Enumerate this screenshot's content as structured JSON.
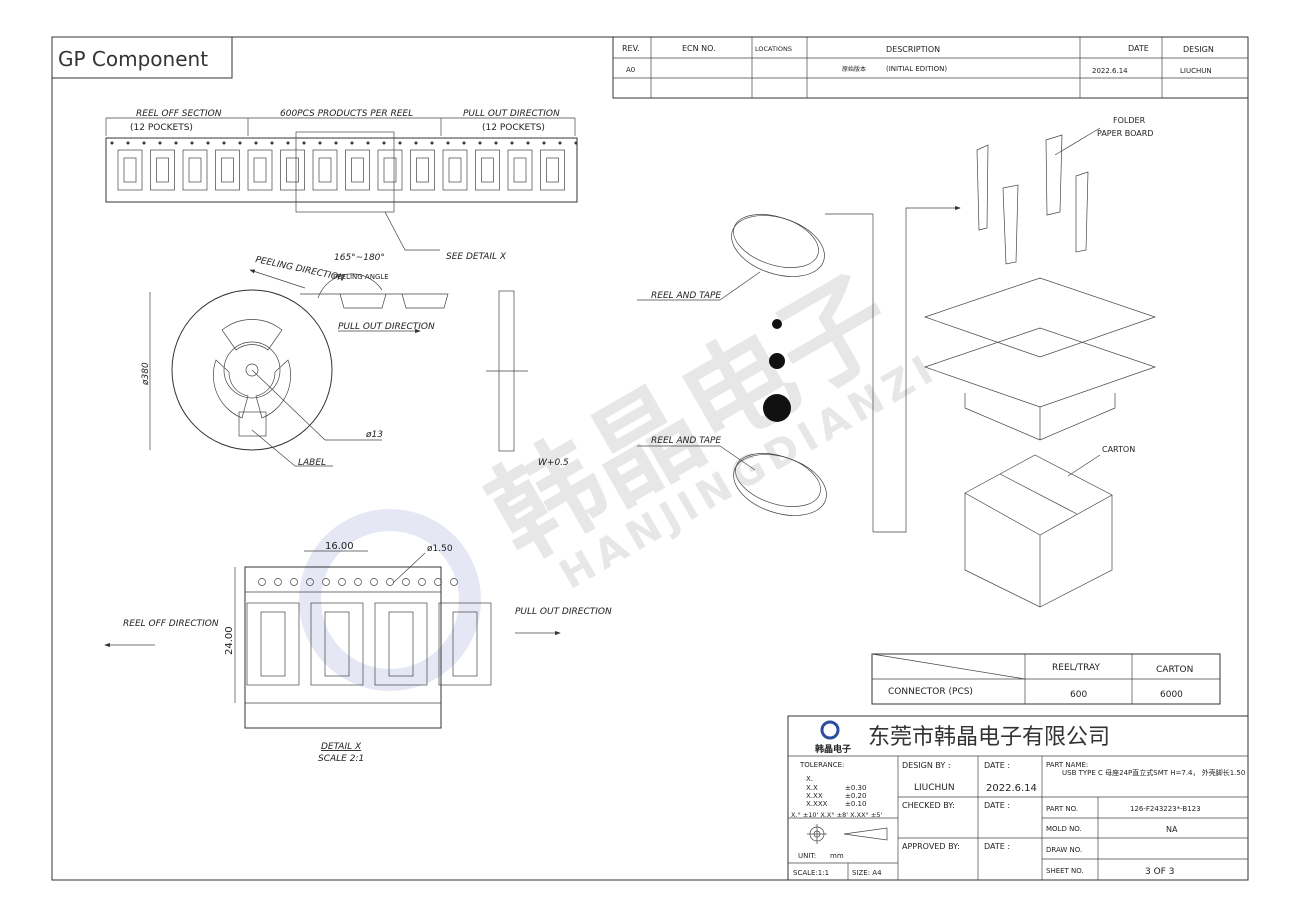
{
  "title": "GP Component",
  "revision_table": {
    "headers": [
      "REV.",
      "ECN NO.",
      "LOCATIONS",
      "DESCRIPTION",
      "DATE",
      "DESIGN"
    ],
    "rows": [
      {
        "rev": "A0",
        "ecn": "",
        "locations": "",
        "description_cn": "原始版本",
        "description": "(INITIAL EDITION)",
        "date": "2022.6.14",
        "design": "LIUCHUN"
      }
    ]
  },
  "reel_strip": {
    "reel_off_section": "REEL OFF SECTION",
    "reel_off_pockets": "(12 POCKETS)",
    "products_per_reel": "600PCS PRODUCTS PER REEL",
    "pull_out_direction": "PULL OUT DIRECTION",
    "pull_out_pockets": "(12 POCKETS)",
    "see_detail": "SEE DETAIL X"
  },
  "reel_view": {
    "peeling_direction": "PEELING DIRECTION",
    "angle": "165°~180°",
    "peeling_angle": "PEELING ANGLE",
    "pull_out_direction": "PULL OUT DIRECTION",
    "diameter": "ø380",
    "hub": "ø13",
    "label": "LABEL",
    "width": "W+0.5"
  },
  "detail_x": {
    "pitch": "16.00",
    "hole": "ø1.50",
    "height": "24.00",
    "reel_off": "REEL OFF DIRECTION",
    "pull_out": "PULL OUT DIRECTION",
    "title": "DETAIL X",
    "scale": "SCALE 2:1"
  },
  "packing": {
    "folder": "FOLDER",
    "paper_board": "PAPER BOARD",
    "reel_and_tape_1": "REEL AND TAPE",
    "reel_and_tape_2": "REEL AND TAPE",
    "carton": "CARTON"
  },
  "quantity_table": {
    "headers": [
      "",
      "REEL/TRAY",
      "CARTON"
    ],
    "row": {
      "label": "CONNECTOR (PCS)",
      "reel": "600",
      "carton": "6000"
    }
  },
  "watermark": {
    "cn": "韩晶电子",
    "en": "HANJINGDIANZI"
  },
  "title_block": {
    "company": "东莞市韩晶电子有限公司",
    "logo_text": "韩晶电子",
    "tolerance_label": "TOLERANCE:",
    "tol": [
      {
        "k": "X.",
        "v": ""
      },
      {
        "k": "X.X",
        "v": "±0.30"
      },
      {
        "k": "X.XX",
        "v": "±0.20"
      },
      {
        "k": "X.XXX",
        "v": "±0.10"
      }
    ],
    "angles": "X.° ±10'   X.X° ±8'   X.XX° ±5'",
    "unit_label": "UNIT:",
    "unit": "mm",
    "scale": "SCALE:1:1",
    "size": "SIZE: A4",
    "design_by_label": "DESIGN BY :",
    "design_by": "LIUCHUN",
    "date_label": "DATE :",
    "design_date": "2022.6.14",
    "checked_by_label": "CHECKED BY:",
    "approved_by_label": "APPROVED BY:",
    "part_name_label": "PART NAME:",
    "part_name": "USB TYPE C 母座24P直立式SMT H=7.4， 外壳脚长1.50",
    "part_no_label": "PART NO.",
    "part_no": "126-F243223*-B123",
    "mold_no_label": "MOLD NO.",
    "mold_no": "NA",
    "draw_no_label": "DRAW NO.",
    "draw_no": "",
    "sheet_no_label": "SHEET NO.",
    "sheet_no": "3 OF 3"
  }
}
